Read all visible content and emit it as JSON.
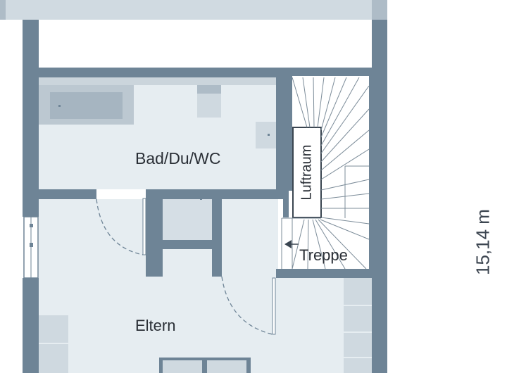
{
  "rooms": {
    "bath": "Bad/Du/WC",
    "parents": "Eltern",
    "void": "Luftraum",
    "stairs": "Treppe"
  },
  "dimensions": {
    "depth": "15,14 m"
  },
  "colors": {
    "wall": "#6e8496",
    "floor": "#e6edf1",
    "fixture": "#bcc8d1",
    "fixture_light": "#cfd9e0",
    "stair_line": "#7c8c99",
    "top_band": "#d0dae1"
  }
}
